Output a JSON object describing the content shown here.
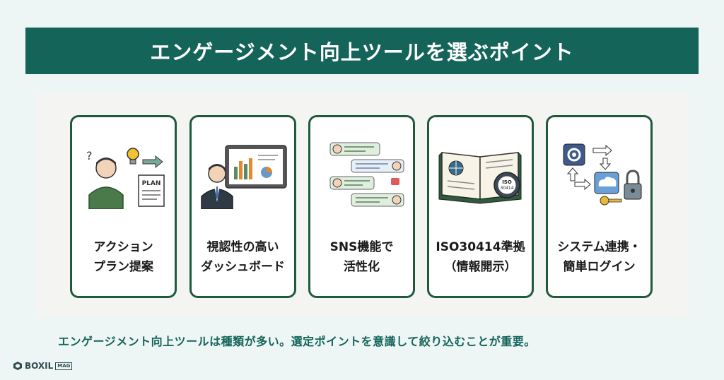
{
  "title": "エンゲージメント向上ツールを選ぶポイント",
  "cards": [
    {
      "line1": "アクション",
      "line2": "プラン提案",
      "icon": "person-idea-plan-icon",
      "illus_text": "PLAN"
    },
    {
      "line1": "視認性の高い",
      "line2": "ダッシュボード",
      "icon": "presenter-dashboard-icon",
      "illus_text": ""
    },
    {
      "line1": "SNS機能で",
      "line2": "活性化",
      "icon": "chat-bubbles-icon",
      "illus_text": ""
    },
    {
      "line1": "ISO30414準拠",
      "line2": "（情報開示）",
      "icon": "book-iso-badge-icon",
      "illus_text": "ISO 30414"
    },
    {
      "line1": "システム連携・",
      "line2": "簡単ログイン",
      "icon": "gear-cloud-key-lock-icon",
      "illus_text": ""
    }
  ],
  "caption": "エンゲージメント向上ツールは種類が多い。選定ポイントを意識して絞り込むことが重要。",
  "logo": {
    "brand": "BOXIL",
    "sub": "MAG"
  },
  "colors": {
    "primary": "#14645a",
    "card_border": "#1f5a3c",
    "background": "#eef6f5"
  }
}
